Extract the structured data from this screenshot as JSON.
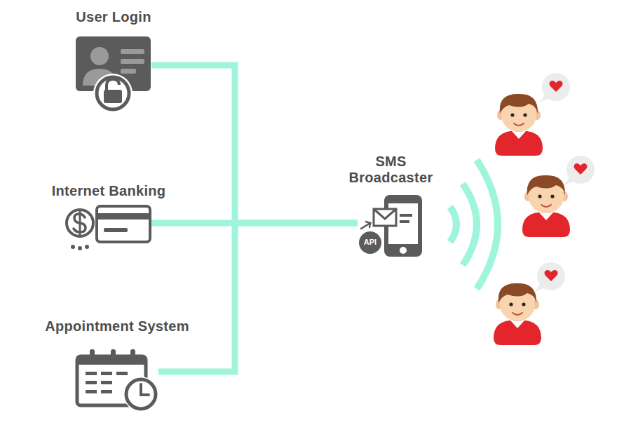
{
  "diagram": {
    "nodes": [
      {
        "text": [
          "User Login"
        ]
      },
      {
        "text": [
          "Internet Banking"
        ]
      },
      {
        "text": [
          "Appointment System"
        ]
      },
      {
        "text": [
          "SMS Broadcaster"
        ]
      }
    ],
    "edges": [
      {
        "from": 0,
        "to": 3,
        "arrow": "none"
      },
      {
        "from": 1,
        "to": 3,
        "arrow": "none"
      },
      {
        "from": 2,
        "to": 3,
        "arrow": "none"
      }
    ],
    "labels": [
      "API"
    ]
  }
}
